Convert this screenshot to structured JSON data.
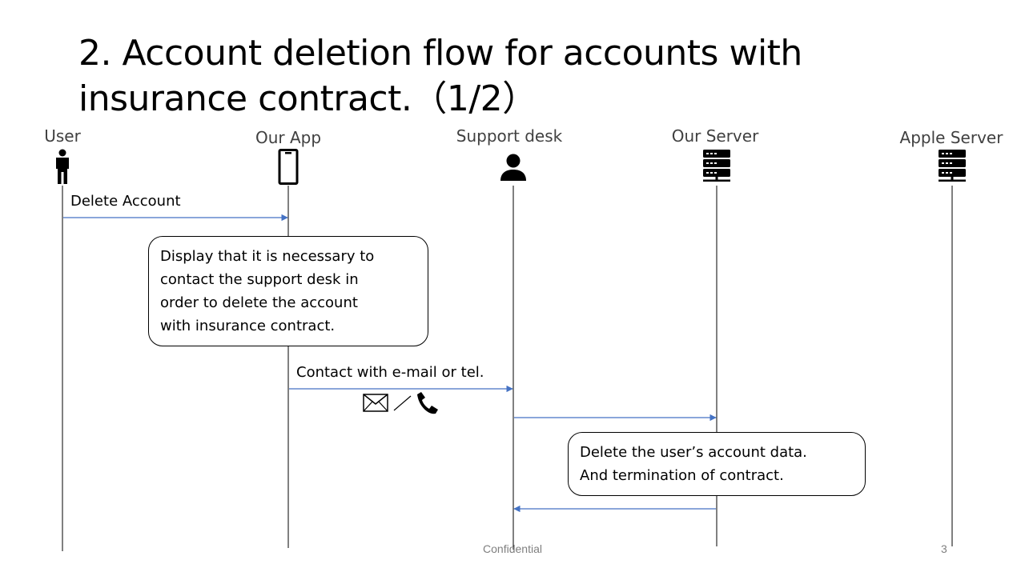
{
  "title": {
    "line1": "2. Account deletion flow for accounts with",
    "line2": "insurance contract.（1/2）"
  },
  "actors": {
    "user": "User",
    "app": "Our App",
    "support": "Support desk",
    "server": "Our Server",
    "apple": "Apple Server"
  },
  "messages": {
    "delete_account": "Delete Account",
    "contact": "Contact with e-mail or tel."
  },
  "notes": {
    "app_display": [
      "Display that it is necessary to",
      "contact the support desk in",
      "order to delete the account",
      "with insurance contract."
    ],
    "server_delete": [
      "Delete the user’s account data.",
      "And termination of contract."
    ]
  },
  "footer": {
    "center": "Confidential",
    "page": "3"
  },
  "colors": {
    "arrow": "#4472c4",
    "lifeline": "#000000",
    "footer_text": "#7f7f7f"
  },
  "icons": {
    "user": "person-icon",
    "app": "smartphone-icon",
    "support": "support-person-icon",
    "server": "server-icon",
    "apple": "server-icon",
    "mail": "envelope-icon",
    "separator": "slash-separator",
    "phone": "telephone-icon"
  }
}
